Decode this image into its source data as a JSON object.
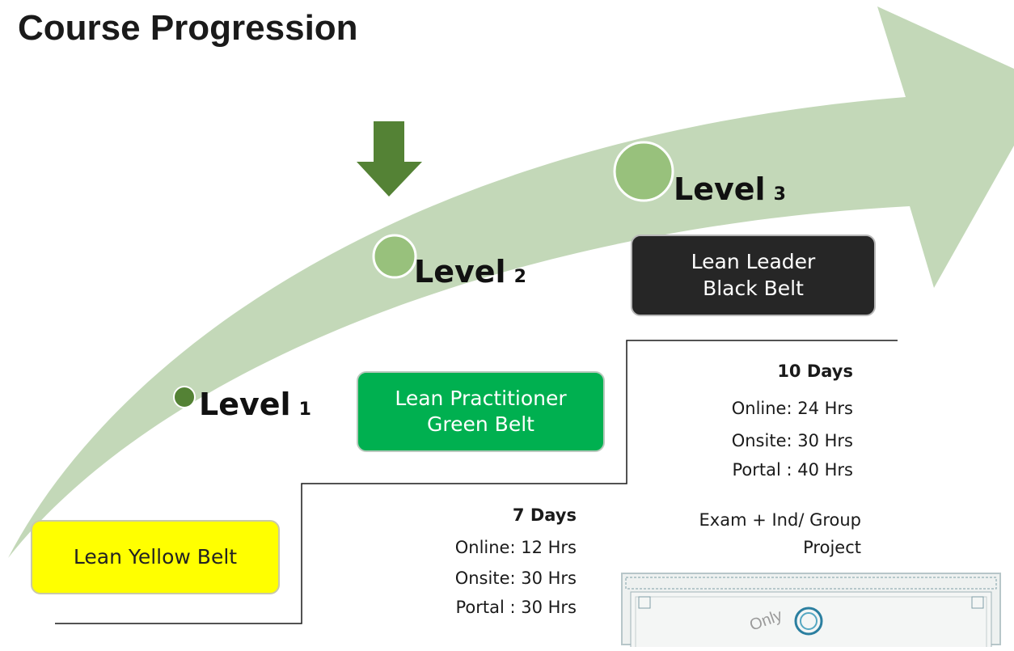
{
  "title": "Course Progression",
  "levels": [
    {
      "word": "Level",
      "num": "1"
    },
    {
      "word": "Level",
      "num": "2"
    },
    {
      "word": "Level",
      "num": "3"
    }
  ],
  "boxes": {
    "yellow": {
      "line1": "Lean Yellow Belt"
    },
    "green": {
      "line1": "Lean Practitioner",
      "line2": "Green Belt"
    },
    "black": {
      "line1": "Lean Leader",
      "line2": "Black Belt"
    }
  },
  "green_info": {
    "days": "7 Days",
    "online": "Online: 12 Hrs",
    "onsite": "Onsite: 30 Hrs",
    "portal": "Portal : 30 Hrs"
  },
  "black_info": {
    "days": "10 Days",
    "online": "Online: 24 Hrs",
    "onsite": "Onsite: 30 Hrs",
    "portal": "Portal : 40 Hrs",
    "exam_line1": "Exam + Ind/ Group",
    "exam_line2": "Project"
  },
  "certificate": {
    "watermark": "Only"
  },
  "colors": {
    "arrow": "#c3d8b8",
    "down_arrow": "#548235",
    "circle": "#98c17c",
    "yellow": "#ffff00",
    "green": "#00b050",
    "black": "#262626"
  },
  "icons": {
    "down_arrow": "arrow-down-icon",
    "certificate_logo": "ring-logo-icon"
  }
}
